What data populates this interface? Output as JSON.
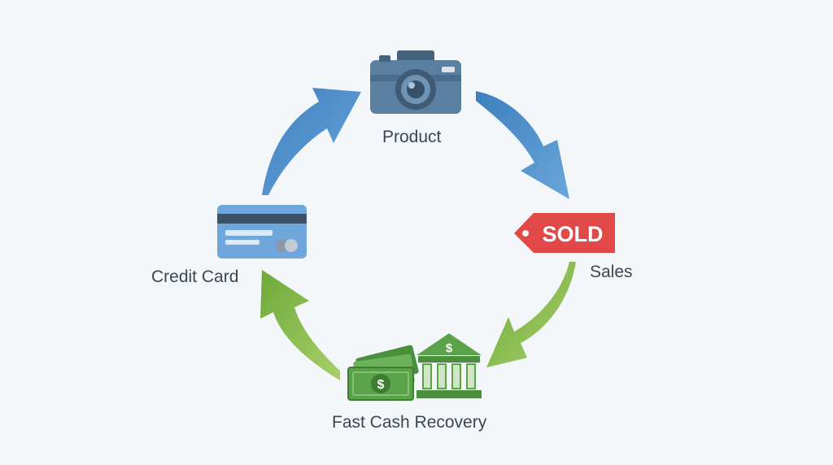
{
  "diagram": {
    "title": "Business cash cycle",
    "nodes": {
      "product": {
        "label": "Product",
        "icon": "camera-icon"
      },
      "sales": {
        "label": "Sales",
        "icon": "sold-tag-icon",
        "tag_text": "SOLD"
      },
      "cash_recovery": {
        "label": "Fast Cash Recovery",
        "icons": [
          "cash-stack-icon",
          "bank-icon"
        ],
        "dollar_symbol": "$"
      },
      "credit_card": {
        "label": "Credit Card",
        "icon": "credit-card-icon"
      }
    },
    "colors": {
      "background": "#f4f7fa",
      "blue_arrow": "#4f8fcb",
      "green_arrow": "#8cbf4a",
      "camera": "#5b7fa0",
      "sold_tag": "#e14848",
      "money": "#5aa34a",
      "card": "#6fa6dc",
      "text": "#3c4650"
    }
  }
}
